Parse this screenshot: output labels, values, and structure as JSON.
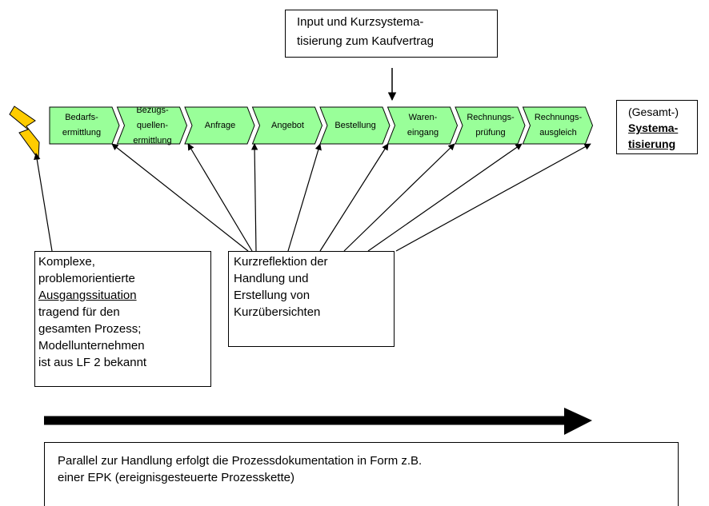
{
  "top_box": {
    "lines": [
      "Input und Kurzsystema-",
      "tisierung zum Kaufvertrag"
    ]
  },
  "process_steps": [
    {
      "label": "Bedarfs-\nermittlung"
    },
    {
      "label": "Bezugs-\nquellen-\nermittlung"
    },
    {
      "label": "Anfrage"
    },
    {
      "label": "Angebot"
    },
    {
      "label": "Bestellung"
    },
    {
      "label": "Waren-\neingang"
    },
    {
      "label": "Rechnungs-\nprüfung"
    },
    {
      "label": "Rechnungs-\nausgleich"
    }
  ],
  "systematization_box": {
    "line1": "(Gesamt-)",
    "line2": "Systema-",
    "line3": "tisierung"
  },
  "situation_box": {
    "line1": "Komplexe,",
    "line2": "problemorientierte",
    "line3": "Ausgangssituation",
    "line4": "tragend für den",
    "line5": "gesamten Prozess;",
    "line6": "Modellunternehmen",
    "line7": "ist aus LF 2 bekannt"
  },
  "reflection_box": {
    "line1": "Kurzreflektion der",
    "line2": "Handlung und",
    "line3": "Erstellung von",
    "line4": "Kurzübersichten"
  },
  "documentation_box": {
    "line1": "Parallel zur Handlung erfolgt die Prozessdokumentation in Form z.B.",
    "line2": "einer EPK (ereignisgesteuerte Prozesskette)"
  },
  "colors": {
    "chevron_fill": "#99ff99",
    "lightning_fill": "#ffcc00",
    "stroke": "#000000"
  }
}
